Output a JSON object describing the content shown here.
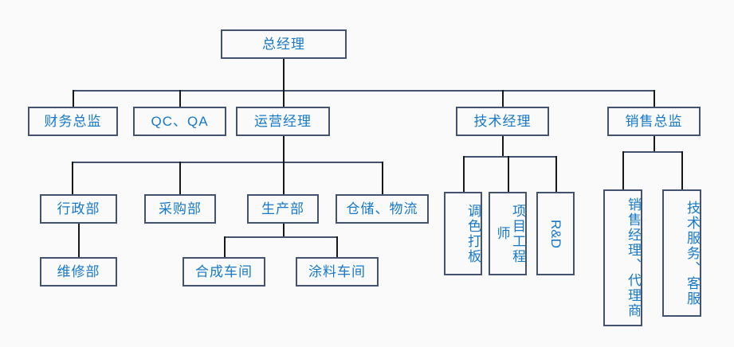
{
  "chart": {
    "type": "organization-chart",
    "title": "",
    "colors": {
      "box_border": "#43536e",
      "box_background": "#fafafa",
      "text": "#1678c8",
      "connector": "#43536e",
      "canvas_background": "#fafafa"
    },
    "nodes": {
      "general_manager": {
        "label": "总经理",
        "level": 0
      },
      "finance_director": {
        "label": "财务总监",
        "level": 1
      },
      "qc_qa": {
        "label": "QC、QA",
        "level": 1
      },
      "operations_manager": {
        "label": "运营经理",
        "level": 1
      },
      "technical_manager": {
        "label": "技术经理",
        "level": 1
      },
      "sales_director": {
        "label": "销售总监",
        "level": 1
      },
      "admin_dept": {
        "label": "行政部",
        "level": 2
      },
      "purchasing_dept": {
        "label": "采购部",
        "level": 2
      },
      "production_dept": {
        "label": "生产部",
        "level": 2
      },
      "warehouse_logistics": {
        "label": "仓储、物流",
        "level": 2
      },
      "color_matching": {
        "label": "调色打板",
        "level": 2,
        "orientation": "vertical"
      },
      "project_engineer": {
        "label": "项目工程师",
        "level": 2,
        "orientation": "vertical"
      },
      "rnd": {
        "label": "R&D",
        "level": 2,
        "orientation": "rotated"
      },
      "sales_manager_agent": {
        "label": "销售经理、代理商",
        "level": 2,
        "orientation": "vertical"
      },
      "tech_service_support": {
        "label": "技术服务、客服",
        "level": 2,
        "orientation": "vertical"
      },
      "maintenance_dept": {
        "label": "维修部",
        "level": 3
      },
      "synthesis_workshop": {
        "label": "合成车间",
        "level": 3
      },
      "coating_workshop": {
        "label": "涂料车间",
        "level": 3
      }
    },
    "edges": [
      {
        "from": "general_manager",
        "to": "finance_director"
      },
      {
        "from": "general_manager",
        "to": "qc_qa"
      },
      {
        "from": "general_manager",
        "to": "operations_manager"
      },
      {
        "from": "general_manager",
        "to": "technical_manager"
      },
      {
        "from": "general_manager",
        "to": "sales_director"
      },
      {
        "from": "operations_manager",
        "to": "admin_dept"
      },
      {
        "from": "operations_manager",
        "to": "purchasing_dept"
      },
      {
        "from": "operations_manager",
        "to": "production_dept"
      },
      {
        "from": "operations_manager",
        "to": "warehouse_logistics"
      },
      {
        "from": "technical_manager",
        "to": "color_matching"
      },
      {
        "from": "technical_manager",
        "to": "project_engineer"
      },
      {
        "from": "technical_manager",
        "to": "rnd"
      },
      {
        "from": "sales_director",
        "to": "sales_manager_agent"
      },
      {
        "from": "sales_director",
        "to": "tech_service_support"
      },
      {
        "from": "admin_dept",
        "to": "maintenance_dept"
      },
      {
        "from": "production_dept",
        "to": "synthesis_workshop"
      },
      {
        "from": "production_dept",
        "to": "coating_workshop"
      }
    ]
  }
}
